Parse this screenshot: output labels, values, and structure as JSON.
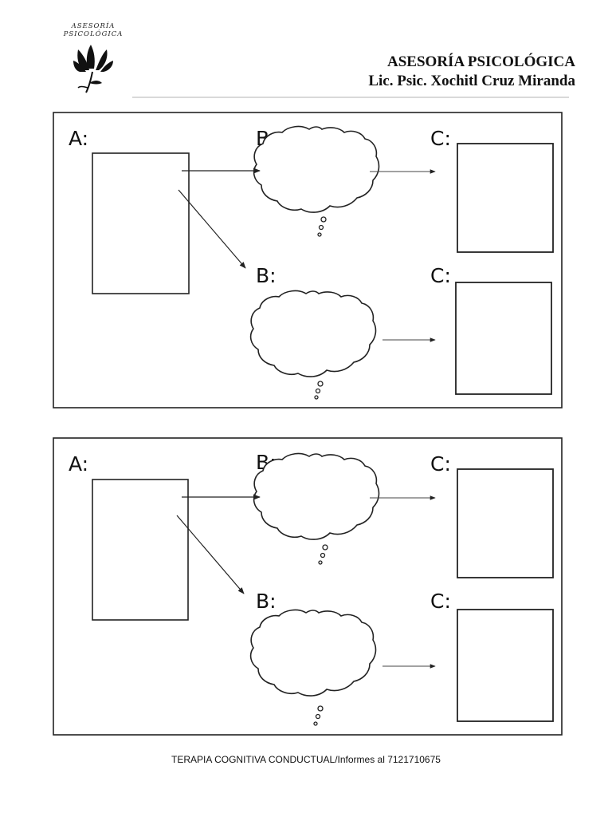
{
  "header": {
    "logo_line1": "ASESORÍA",
    "logo_line2": "PSICOLÓGICA",
    "logo_icon": "lotus-flower-icon",
    "title": "ASESORÍA PSICOLÓGICA",
    "subtitle": "Lic. Psic. Xochitl Cruz Miranda"
  },
  "worksheets": [
    {
      "label_a": "A:",
      "rows": [
        {
          "label_b": "B:",
          "label_c": "C:"
        },
        {
          "label_b": "B:",
          "label_c": "C:"
        }
      ]
    },
    {
      "label_a": "A:",
      "rows": [
        {
          "label_b": "B:",
          "label_c": "C:"
        },
        {
          "label_b": "B:",
          "label_c": "C:"
        }
      ]
    }
  ],
  "footer": {
    "text": "TERAPIA COGNITIVA CONDUCTUAL/Informes al 7121710675"
  }
}
